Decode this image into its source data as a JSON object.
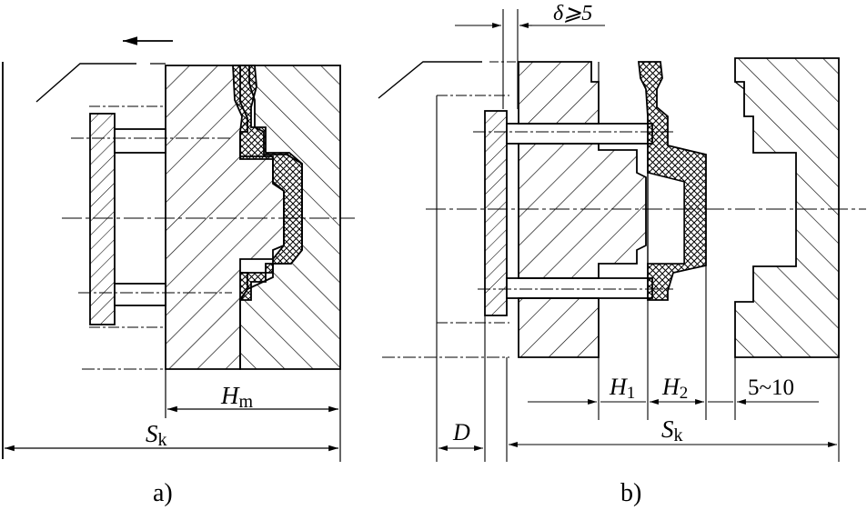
{
  "figure_a": {
    "caption": "a)",
    "dim_hm": "H",
    "dim_hm_sub": "m",
    "dim_sk": "S",
    "dim_sk_sub": "k"
  },
  "figure_b": {
    "caption": "b)",
    "dim_delta": "δ⩾5",
    "dim_d": "D",
    "dim_h1": "H",
    "dim_h1_sub": "1",
    "dim_h2": "H",
    "dim_h2_sub": "2",
    "dim_gap": "5~10",
    "dim_sk": "S",
    "dim_sk_sub": "k"
  },
  "colors": {
    "ink": "#000000",
    "paper": "#ffffff"
  }
}
